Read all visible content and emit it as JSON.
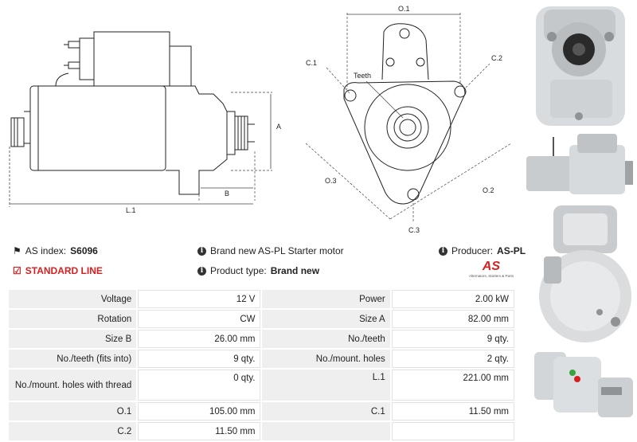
{
  "drawing": {
    "labels": {
      "o1": "O.1",
      "c1": "C.1",
      "c2": "C.2",
      "teeth": "Teeth",
      "a": "A",
      "b": "B",
      "l1": "L.1",
      "o3": "O.3",
      "o2": "O.2",
      "c3": "C.3"
    }
  },
  "info": {
    "as_index_label": "AS index:",
    "as_index_value": "S6096",
    "standard_line": "STANDARD LINE",
    "description": "Brand new AS-PL Starter motor",
    "product_type_label": "Product type:",
    "product_type_value": "Brand new",
    "producer_label": "Producer:",
    "producer_value": "AS-PL"
  },
  "logo": {
    "mark": "AS",
    "tagline": "Alternators, Starters & Parts"
  },
  "specs": [
    [
      "Voltage",
      "12 V",
      "Power",
      "2.00 kW"
    ],
    [
      "Rotation",
      "CW",
      "Size A",
      "82.00 mm"
    ],
    [
      "Size B",
      "26.00 mm",
      "No./teeth",
      "9 qty."
    ],
    [
      "No./teeth (fits into)",
      "9 qty.",
      "No./mount. holes",
      "2 qty."
    ],
    [
      "No./mount. holes with thread",
      "0 qty.",
      "L.1",
      "221.00 mm"
    ],
    [
      "O.1",
      "105.00 mm",
      "C.1",
      "11.50 mm"
    ],
    [
      "C.2",
      "11.50 mm",
      "",
      ""
    ]
  ],
  "colors": {
    "brand_red": "#d81e1e",
    "cell_gray": "#efefef"
  }
}
